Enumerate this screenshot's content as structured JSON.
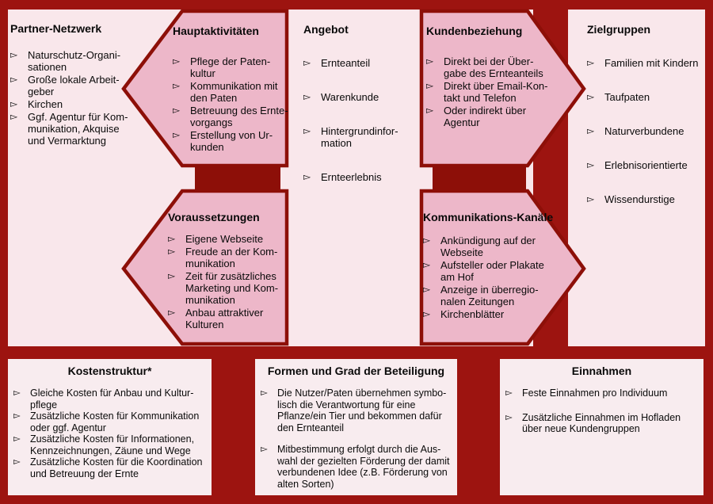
{
  "colors": {
    "background": "#9d1410",
    "shape_border": "#8d0f08",
    "shape_fill": "#edb7c9",
    "panel_top": "#f9e7eb",
    "panel_bottom": "#f8ecef",
    "text": "#0a0a0a"
  },
  "icons": {
    "bullet": "▻"
  },
  "sections": {
    "partner_netzwerk": {
      "title": "Partner-Netzwerk",
      "items": [
        "Naturschutz-Organi-\nsationen",
        "Große lokale Arbeit-\ngeber",
        "Kirchen",
        "Ggf. Agentur für Kom-\nmunikation, Akquise\nund Vermarktung"
      ]
    },
    "hauptaktivitaeten": {
      "title": "Hauptaktivitäten",
      "items": [
        "Pflege der Paten-\nkultur",
        "Kommunikation mit\nden Paten",
        "Betreuung des Ernte-\nvorgangs",
        "Erstellung von Ur-\nkunden"
      ]
    },
    "angebot": {
      "title": "Angebot",
      "items": [
        "Ernteanteil",
        "Warenkunde",
        "Hintergrundinfor-\nmation",
        "Ernteerlebnis"
      ]
    },
    "kundenbeziehung": {
      "title": "Kundenbeziehung",
      "items": [
        "Direkt bei der Über-\ngabe des Ernteanteils",
        "Direkt über Email-Kon-\ntakt und Telefon",
        "Oder indirekt über\nAgentur"
      ]
    },
    "zielgruppen": {
      "title": "Zielgruppen",
      "items": [
        "Familien mit Kindern",
        "Taufpaten",
        "Naturverbundene",
        "Erlebnisorientierte",
        "Wissendurstige"
      ]
    },
    "voraussetzungen": {
      "title": "Voraussetzungen",
      "items": [
        "Eigene Webseite",
        "Freude an der Kom-\nmunikation",
        "Zeit für zusätzliches\nMarketing und Kom-\nmunikation",
        "Anbau attraktiver\nKulturen"
      ]
    },
    "kommunikations_kanaele": {
      "title": "Kommunikations-Kanäle",
      "items": [
        "Ankündigung auf der\nWebseite",
        "Aufsteller oder Plakate\nam Hof",
        "Anzeige in überregio-\nnalen Zeitungen",
        "Kirchenblätter"
      ]
    },
    "kostenstruktur": {
      "title": "Kostenstruktur*",
      "items": [
        "Gleiche Kosten für Anbau und Kultur-\npflege",
        "Zusätzliche Kosten für Kommunikation\noder ggf. Agentur",
        "Zusätzliche Kosten für Informationen,\nKennzeichnungen, Zäune und Wege",
        "Zusätzliche Kosten für die Koordination\nund Betreuung der Ernte"
      ]
    },
    "formen_beteiligung": {
      "title": "Formen und Grad der Beteiligung",
      "items": [
        "Die Nutzer/Paten übernehmen symbo-\nlisch die Verantwortung für eine\nPflanze/ein Tier und bekommen dafür\nden Ernteanteil",
        "Mitbestimmung erfolgt durch die Aus-\nwahl der gezielten Förderung der damit\nverbundenen Idee (z.B. Förderung von\nalten Sorten)"
      ]
    },
    "einnahmen": {
      "title": "Einnahmen",
      "items": [
        "Feste Einnahmen pro Individuum",
        "Zusätzliche Einnahmen im Hofladen\nüber neue Kundengruppen"
      ]
    }
  }
}
